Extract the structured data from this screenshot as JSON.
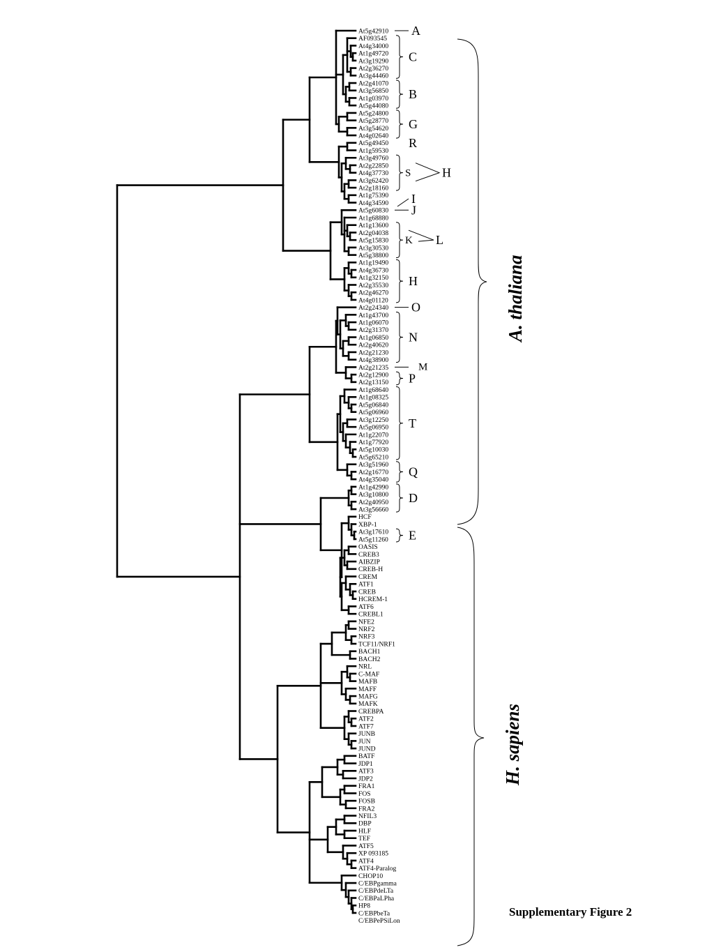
{
  "figure_caption": "Supplementary Figure 2",
  "species": {
    "a_thaliana": "A. thaliana",
    "h_sapiens": "H. sapiens"
  },
  "leaves": [
    "At5g42910",
    "AF093545",
    "At4g34000",
    "At1g49720",
    "At3g19290",
    "At2g36270",
    "At3g44460",
    "At2g41070",
    "At3g56850",
    "At1g03970",
    "At5g44080",
    "At5g24800",
    "At5g28770",
    "At3g54620",
    "At4g02640",
    "At5g49450",
    "At1g59530",
    "At3g49760",
    "At2g22850",
    "At4g37730",
    "At3g62420",
    "At2g18160",
    "At1g75390",
    "At4g34590",
    "At5g60830",
    "At1g68880",
    "At1g13600",
    "At2g04038",
    "At5g15830",
    "At3g30530",
    "At5g38800",
    "At1g19490",
    "At4g36730",
    "At1g32150",
    "At2g35530",
    "At2g46270",
    "At4g01120",
    "At2g24340",
    "At1g43700",
    "At1g06070",
    "At2g31370",
    "At1g06850",
    "At2g40620",
    "At2g21230",
    "At4g38900",
    "At2g21235",
    "At2g12900",
    "At2g13150",
    "At1g68640",
    "At1g08325",
    "At5g06840",
    "At5g06960",
    "At3g12250",
    "At5g06950",
    "At1g22070",
    "At1g77920",
    "At5g10030",
    "At5g65210",
    "At3g51960",
    "At2g16770",
    "At4g35040",
    "At1g42990",
    "At3g10800",
    "At2g40950",
    "At3g56660",
    "HCF",
    "XBP-1",
    "At3g17610",
    "At5g11260",
    "OASIS",
    "CREB3",
    "AIBZIP",
    "CREB-H",
    "CREM",
    "ATF1",
    "CREB",
    "HCREM-1",
    "ATF6",
    "CREBL1",
    "NFE2",
    "NRF2",
    "NRF3",
    "TCF11/NRF1",
    "BACH1",
    "BACH2",
    "NRL",
    "C-MAF",
    "MAFB",
    "MAFF",
    "MAFG",
    "MAFK",
    "CREBPA",
    "ATF2",
    "ATF7",
    "JUNB",
    "JUN",
    "JUND",
    "BATF",
    "JDP1",
    "ATF3",
    "JDP2",
    "FRA1",
    "FOS",
    "FOSB",
    "FRA2",
    "NFIL3",
    "DBP",
    "HLF",
    "TEF",
    "ATF5",
    "XP 093185",
    "ATF4",
    "ATF4-Paralog",
    "CHOP10",
    "C/EBPgamma",
    "C/EBPdeLTa",
    "C/EBPaLPha",
    "HP8",
    "C/EBPbeTa",
    "C/EBPePSiLon"
  ],
  "groups": [
    {
      "label": "A",
      "from": 0,
      "to": 0,
      "mark": "line"
    },
    {
      "label": "C",
      "from": 1,
      "to": 6,
      "mark": "brace"
    },
    {
      "label": "B",
      "from": 7,
      "to": 10,
      "mark": "brace"
    },
    {
      "label": "G",
      "from": 11,
      "to": 14,
      "mark": "brace"
    },
    {
      "label": "R",
      "from": 15,
      "to": 16,
      "mark": "none"
    },
    {
      "label": "S",
      "from": 17,
      "to": 21,
      "mark": "brace"
    },
    {
      "label": "I",
      "from": 22,
      "to": 23,
      "mark": "line"
    },
    {
      "label": "J",
      "from": 24,
      "to": 24,
      "mark": "line"
    },
    {
      "label": "K",
      "from": 26,
      "to": 30,
      "mark": "brace"
    },
    {
      "label": "H",
      "from": 31,
      "to": 36,
      "mark": "brace"
    },
    {
      "label": "O",
      "from": 37,
      "to": 37,
      "mark": "line"
    },
    {
      "label": "N",
      "from": 38,
      "to": 44,
      "mark": "brace"
    },
    {
      "label": "M",
      "from": 45,
      "to": 45,
      "mark": "line"
    },
    {
      "label": "P",
      "from": 46,
      "to": 47,
      "mark": "brace"
    },
    {
      "label": "T",
      "from": 48,
      "to": 57,
      "mark": "brace"
    },
    {
      "label": "Q",
      "from": 58,
      "to": 60,
      "mark": "brace"
    },
    {
      "label": "D",
      "from": 61,
      "to": 64,
      "mark": "brace"
    },
    {
      "label": "E",
      "from": 67,
      "to": 68,
      "mark": "brace"
    }
  ],
  "merged_groups": [
    {
      "label": "H",
      "parts": [
        "S"
      ]
    },
    {
      "label": "L",
      "parts": [
        "K"
      ]
    }
  ]
}
